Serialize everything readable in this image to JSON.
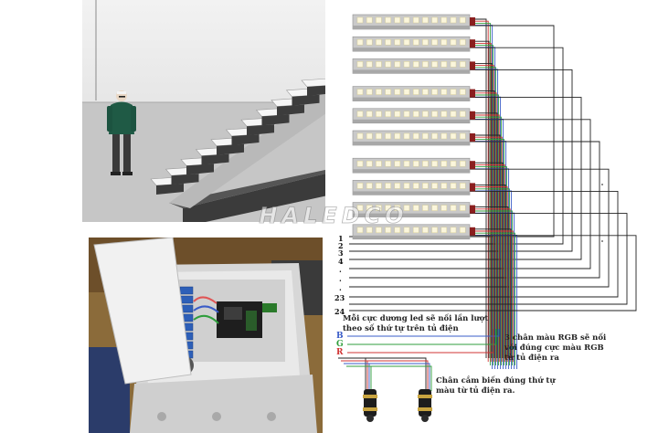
{
  "watermark": "HALEDCO",
  "diagram": {
    "led_bar_count": 10,
    "channel_labels": [
      "1",
      "2",
      "3",
      "4",
      ".",
      ".",
      ".",
      "23",
      "24"
    ],
    "color_labels": [
      "B",
      "G",
      "R"
    ],
    "color_label_colors": [
      "#3a5cc8",
      "#2f9e3c",
      "#d13434"
    ],
    "wire_colors": {
      "red": "#d13434",
      "green": "#2f9e3c",
      "blue": "#3a5cc8",
      "black": "#222222"
    },
    "note_positive": "Mỗi cực dương led sẽ nối lần lượt theo số thứ tự trên tủ điện",
    "note_rgb": "3 chân màu RGB sẽ nối với  đúng cực màu RGB từ tủ điện ra",
    "note_sensor": "Chân cắm biến  đúng thứ tự màu từ tủ điện ra."
  },
  "icons": {
    "person": "person-figure-icon",
    "staircase": "staircase-icon",
    "control_box": "control-box-icon",
    "sensor": "motion-sensor-icon",
    "led_bar": "led-strip-bar-icon"
  }
}
